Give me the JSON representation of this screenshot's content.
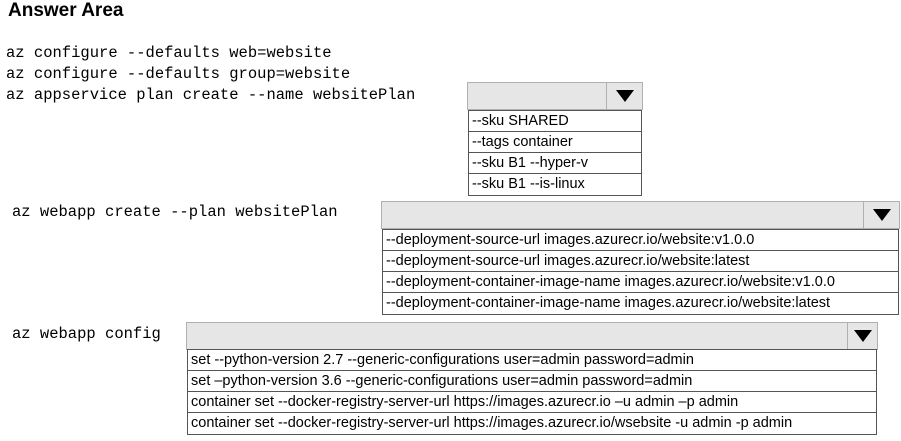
{
  "title": "Answer Area",
  "commands": {
    "line1": "az configure --defaults web=website",
    "line2": "az configure --defaults group=website",
    "line3": "az appservice plan create --name websitePlan",
    "line4": "az webapp create --plan websitePlan",
    "line5": "az webapp config"
  },
  "dropdown1": {
    "selected": "",
    "options": [
      "--sku SHARED",
      "--tags container",
      "--sku B1 --hyper-v",
      "--sku B1 --is-linux"
    ]
  },
  "dropdown2": {
    "selected": "",
    "options": [
      "--deployment-source-url images.azurecr.io/website:v1.0.0",
      "--deployment-source-url images.azurecr.io/website:latest",
      "--deployment-container-image-name images.azurecr.io/website:v1.0.0",
      "--deployment-container-image-name images.azurecr.io/website:latest"
    ]
  },
  "dropdown3": {
    "selected": "",
    "options": [
      "set --python-version 2.7 --generic-configurations user=admin password=admin",
      "set –python-version 3.6 --generic-configurations user=admin password=admin",
      "container set --docker-registry-server-url https://images.azurecr.io –u admin –p admin",
      "container set --docker-registry-server-url https://images.azurecr.io/wsebsite -u admin -p admin"
    ]
  },
  "icons": {
    "dropdown_arrow": "triangle-down-icon"
  }
}
